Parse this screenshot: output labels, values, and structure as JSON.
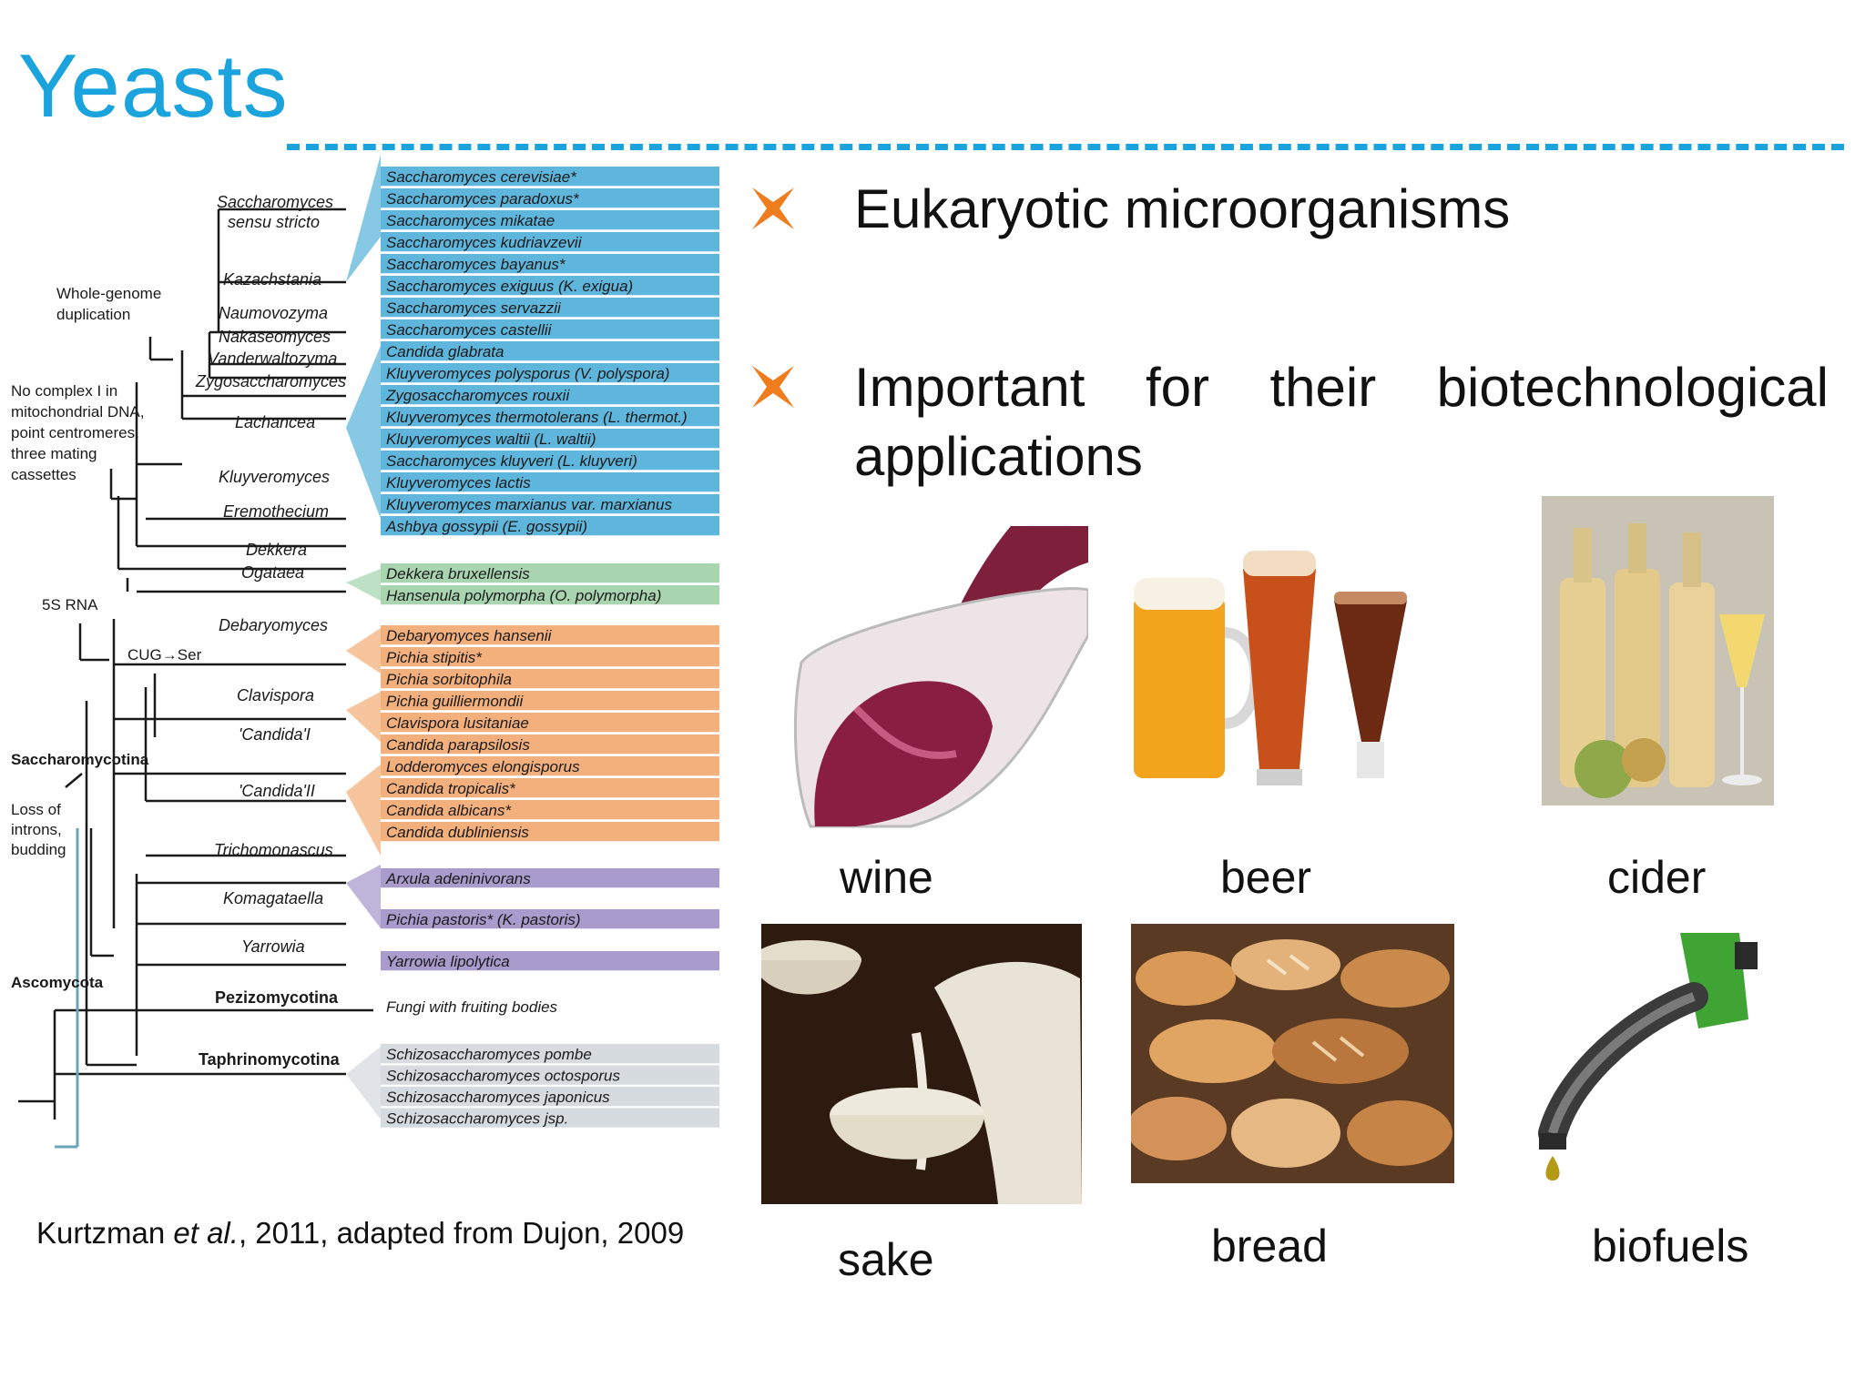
{
  "slide": {
    "title": "Yeasts",
    "citation_author": "Kurtzman ",
    "citation_etal": "et al.",
    "citation_rest": ", 2011, adapted from Dujon, 2009"
  },
  "bullets": [
    {
      "text": "Eukaryotic microorganisms"
    },
    {
      "text": "Important for their biotechnological applications"
    }
  ],
  "images": [
    {
      "caption": "wine"
    },
    {
      "caption": "beer"
    },
    {
      "caption": "cider"
    },
    {
      "caption": "sake"
    },
    {
      "caption": "bread"
    },
    {
      "caption": "biofuels"
    }
  ],
  "tree": {
    "colors": {
      "blue": "#5fb6dc",
      "green": "#a8d5b0",
      "orange": "#f3b07c",
      "purple": "#a99ccd",
      "gray": "#d6dbe0",
      "accent": "#ef7d1e",
      "title": "#1aa3dc"
    },
    "species": [
      {
        "name": "Saccharomyces cerevisiae*",
        "group": "blue"
      },
      {
        "name": "Saccharomyces paradoxus*",
        "group": "blue"
      },
      {
        "name": "Saccharomyces mikatae",
        "group": "blue"
      },
      {
        "name": "Saccharomyces kudriavzevii",
        "group": "blue"
      },
      {
        "name": "Saccharomyces bayanus*",
        "group": "blue"
      },
      {
        "name": "Saccharomyces exiguus (K. exigua)",
        "group": "blue"
      },
      {
        "name": "Saccharomyces servazzii",
        "group": "blue"
      },
      {
        "name": "Saccharomyces castellii",
        "group": "blue"
      },
      {
        "name": "Candida glabrata",
        "group": "blue"
      },
      {
        "name": "Kluyveromyces polysporus (V. polyspora)",
        "group": "blue"
      },
      {
        "name": "Zygosaccharomyces rouxii",
        "group": "blue"
      },
      {
        "name": "Kluyveromyces thermotolerans (L. thermot.)",
        "group": "blue"
      },
      {
        "name": "Kluyveromyces waltii (L. waltii)",
        "group": "blue"
      },
      {
        "name": "Saccharomyces kluyveri (L. kluyveri)",
        "group": "blue"
      },
      {
        "name": "Kluyveromyces lactis",
        "group": "blue"
      },
      {
        "name": "Kluyveromyces marxianus var. marxianus",
        "group": "blue"
      },
      {
        "name": "Ashbya gossypii (E. gossypii)",
        "group": "blue"
      },
      {
        "name": "Dekkera bruxellensis",
        "group": "green"
      },
      {
        "name": "Hansenula polymorpha (O. polymorpha)",
        "group": "green"
      },
      {
        "name": "Debaryomyces hansenii",
        "group": "orange"
      },
      {
        "name": "Pichia stipitis*",
        "group": "orange"
      },
      {
        "name": "Pichia sorbitophila",
        "group": "orange"
      },
      {
        "name": "Pichia guilliermondii",
        "group": "orange"
      },
      {
        "name": "Clavispora lusitaniae",
        "group": "orange"
      },
      {
        "name": "Candida parapsilosis",
        "group": "orange"
      },
      {
        "name": "Lodderomyces elongisporus",
        "group": "orange"
      },
      {
        "name": "Candida tropicalis*",
        "group": "orange"
      },
      {
        "name": "Candida albicans*",
        "group": "orange"
      },
      {
        "name": "Candida dubliniensis",
        "group": "orange"
      },
      {
        "name": "Arxula adeninivorans",
        "group": "purple"
      },
      {
        "name": "Pichia pastoris* (K. pastoris)",
        "group": "purple"
      },
      {
        "name": "Yarrowia lipolytica",
        "group": "purple"
      },
      {
        "name": "Fungi with fruiting bodies",
        "group": "none"
      },
      {
        "name": "Schizosaccharomyces pombe",
        "group": "gray"
      },
      {
        "name": "Schizosaccharomyces octosporus",
        "group": "gray"
      },
      {
        "name": "Schizosaccharomyces japonicus",
        "group": "gray"
      },
      {
        "name": "Schizosaccharomyces jsp.",
        "group": "gray"
      }
    ],
    "clades": [
      {
        "label": "Saccharomyces",
        "label2": "sensu stricto"
      },
      {
        "label": "Kazachstania"
      },
      {
        "label": "Naumovozyma"
      },
      {
        "label": "Nakaseomyces"
      },
      {
        "label": "Vanderwaltozyma"
      },
      {
        "label": "Zygosaccharomyces"
      },
      {
        "label": "Lachancea"
      },
      {
        "label": "Kluyveromyces"
      },
      {
        "label": "Eremothecium"
      },
      {
        "label": "Dekkera"
      },
      {
        "label": "Ogataea"
      },
      {
        "label": "Debaryomyces"
      },
      {
        "label": "Clavispora"
      },
      {
        "label": "'Candida'I"
      },
      {
        "label": "'Candida'II"
      },
      {
        "label": "Trichomonascus"
      },
      {
        "label": "Komagataella"
      },
      {
        "label": "Yarrowia"
      },
      {
        "label": "Pezizomycotina"
      },
      {
        "label": "Taphrinomycotina"
      }
    ],
    "annotations": [
      {
        "lines": [
          "Whole-genome",
          "duplication"
        ]
      },
      {
        "lines": [
          "No complex I in",
          "mitochondrial DNA,",
          "point centromeres,",
          "three mating",
          "cassettes"
        ]
      },
      {
        "lines": [
          "5S RNA"
        ]
      },
      {
        "lines": [
          "CUG→Ser"
        ]
      },
      {
        "lines": [
          "Saccharomycotina"
        ]
      },
      {
        "lines": [
          "Loss of",
          "introns,",
          "budding"
        ]
      },
      {
        "lines": [
          "Ascomycota"
        ]
      }
    ]
  }
}
